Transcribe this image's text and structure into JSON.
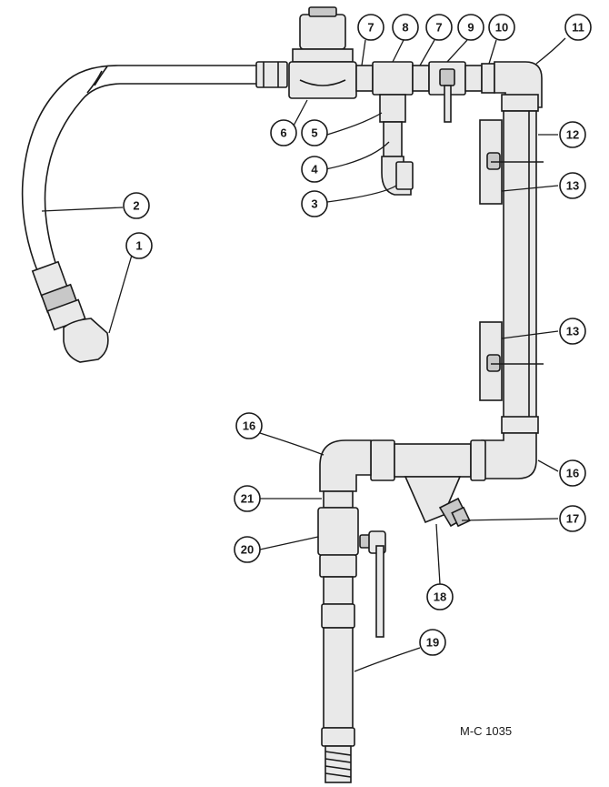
{
  "drawing_number": "M-C 1035",
  "callouts": [
    "1",
    "2",
    "3",
    "4",
    "5",
    "6",
    "7",
    "8",
    "7",
    "9",
    "10",
    "11",
    "12",
    "13",
    "13",
    "16",
    "16",
    "17",
    "18",
    "19",
    "20",
    "21"
  ]
}
